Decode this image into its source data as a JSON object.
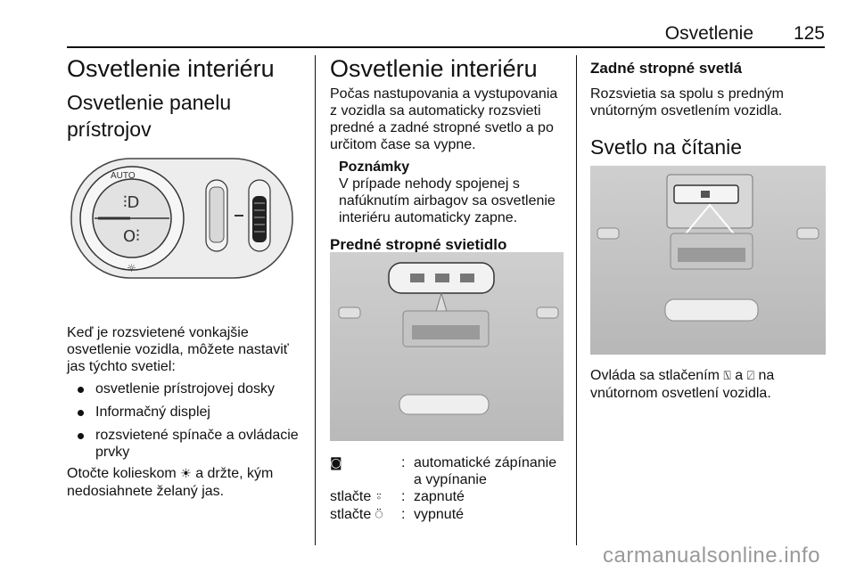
{
  "header": {
    "title": "Osvetlenie",
    "page": "125"
  },
  "col1": {
    "h1": "Osvetlenie interiéru",
    "h2": "Osvetlenie panelu prístrojov",
    "img_labels": {
      "auto": "AUTO"
    },
    "para1": "Keď je rozsvietené vonkajšie osvetlenie vozidla, môžete nastaviť jas týchto svetiel:",
    "bullets": [
      "osvetlenie prístrojovej dosky",
      "Informačný displej",
      "rozsvietené spínače a ovládacie prvky"
    ],
    "para2_a": "Otočte kolieskom",
    "para2_b": "a držte, kým nedosiahnete želaný jas."
  },
  "col2": {
    "h1": "Osvetlenie interiéru",
    "para1": "Počas nastupovania a vystupovania z vozidla sa automaticky rozsvieti predné a zadné stropné svetlo a po určitom čase sa vypne.",
    "note_title": "Poznámky",
    "note_text": "V prípade nehody spojenej s nafúknutím airbagov sa osvetlenie interiéru automaticky zapne.",
    "h3": "Predné stropné svietidlo",
    "table": [
      {
        "key": "",
        "icon": "door-icon",
        "sep": ":",
        "val": "automatické zápínanie a vypínanie"
      },
      {
        "key": "stlačte",
        "icon": "lamp-on-icon",
        "sep": ":",
        "val": "zapnuté"
      },
      {
        "key": "stlačte",
        "icon": "lamp-off-icon",
        "sep": ":",
        "val": "vypnuté"
      }
    ]
  },
  "col3": {
    "h3": "Zadné stropné svetlá",
    "para1": "Rozsvietia sa spolu s predným vnútorným osvetlením vozidla.",
    "h2": "Svetlo na čítanie",
    "para2_a": "Ovláda sa stlačením",
    "para2_b": "a",
    "para2_c": "na vnútornom osvetlení vozidla."
  },
  "watermark": "carmanualsonline.info"
}
